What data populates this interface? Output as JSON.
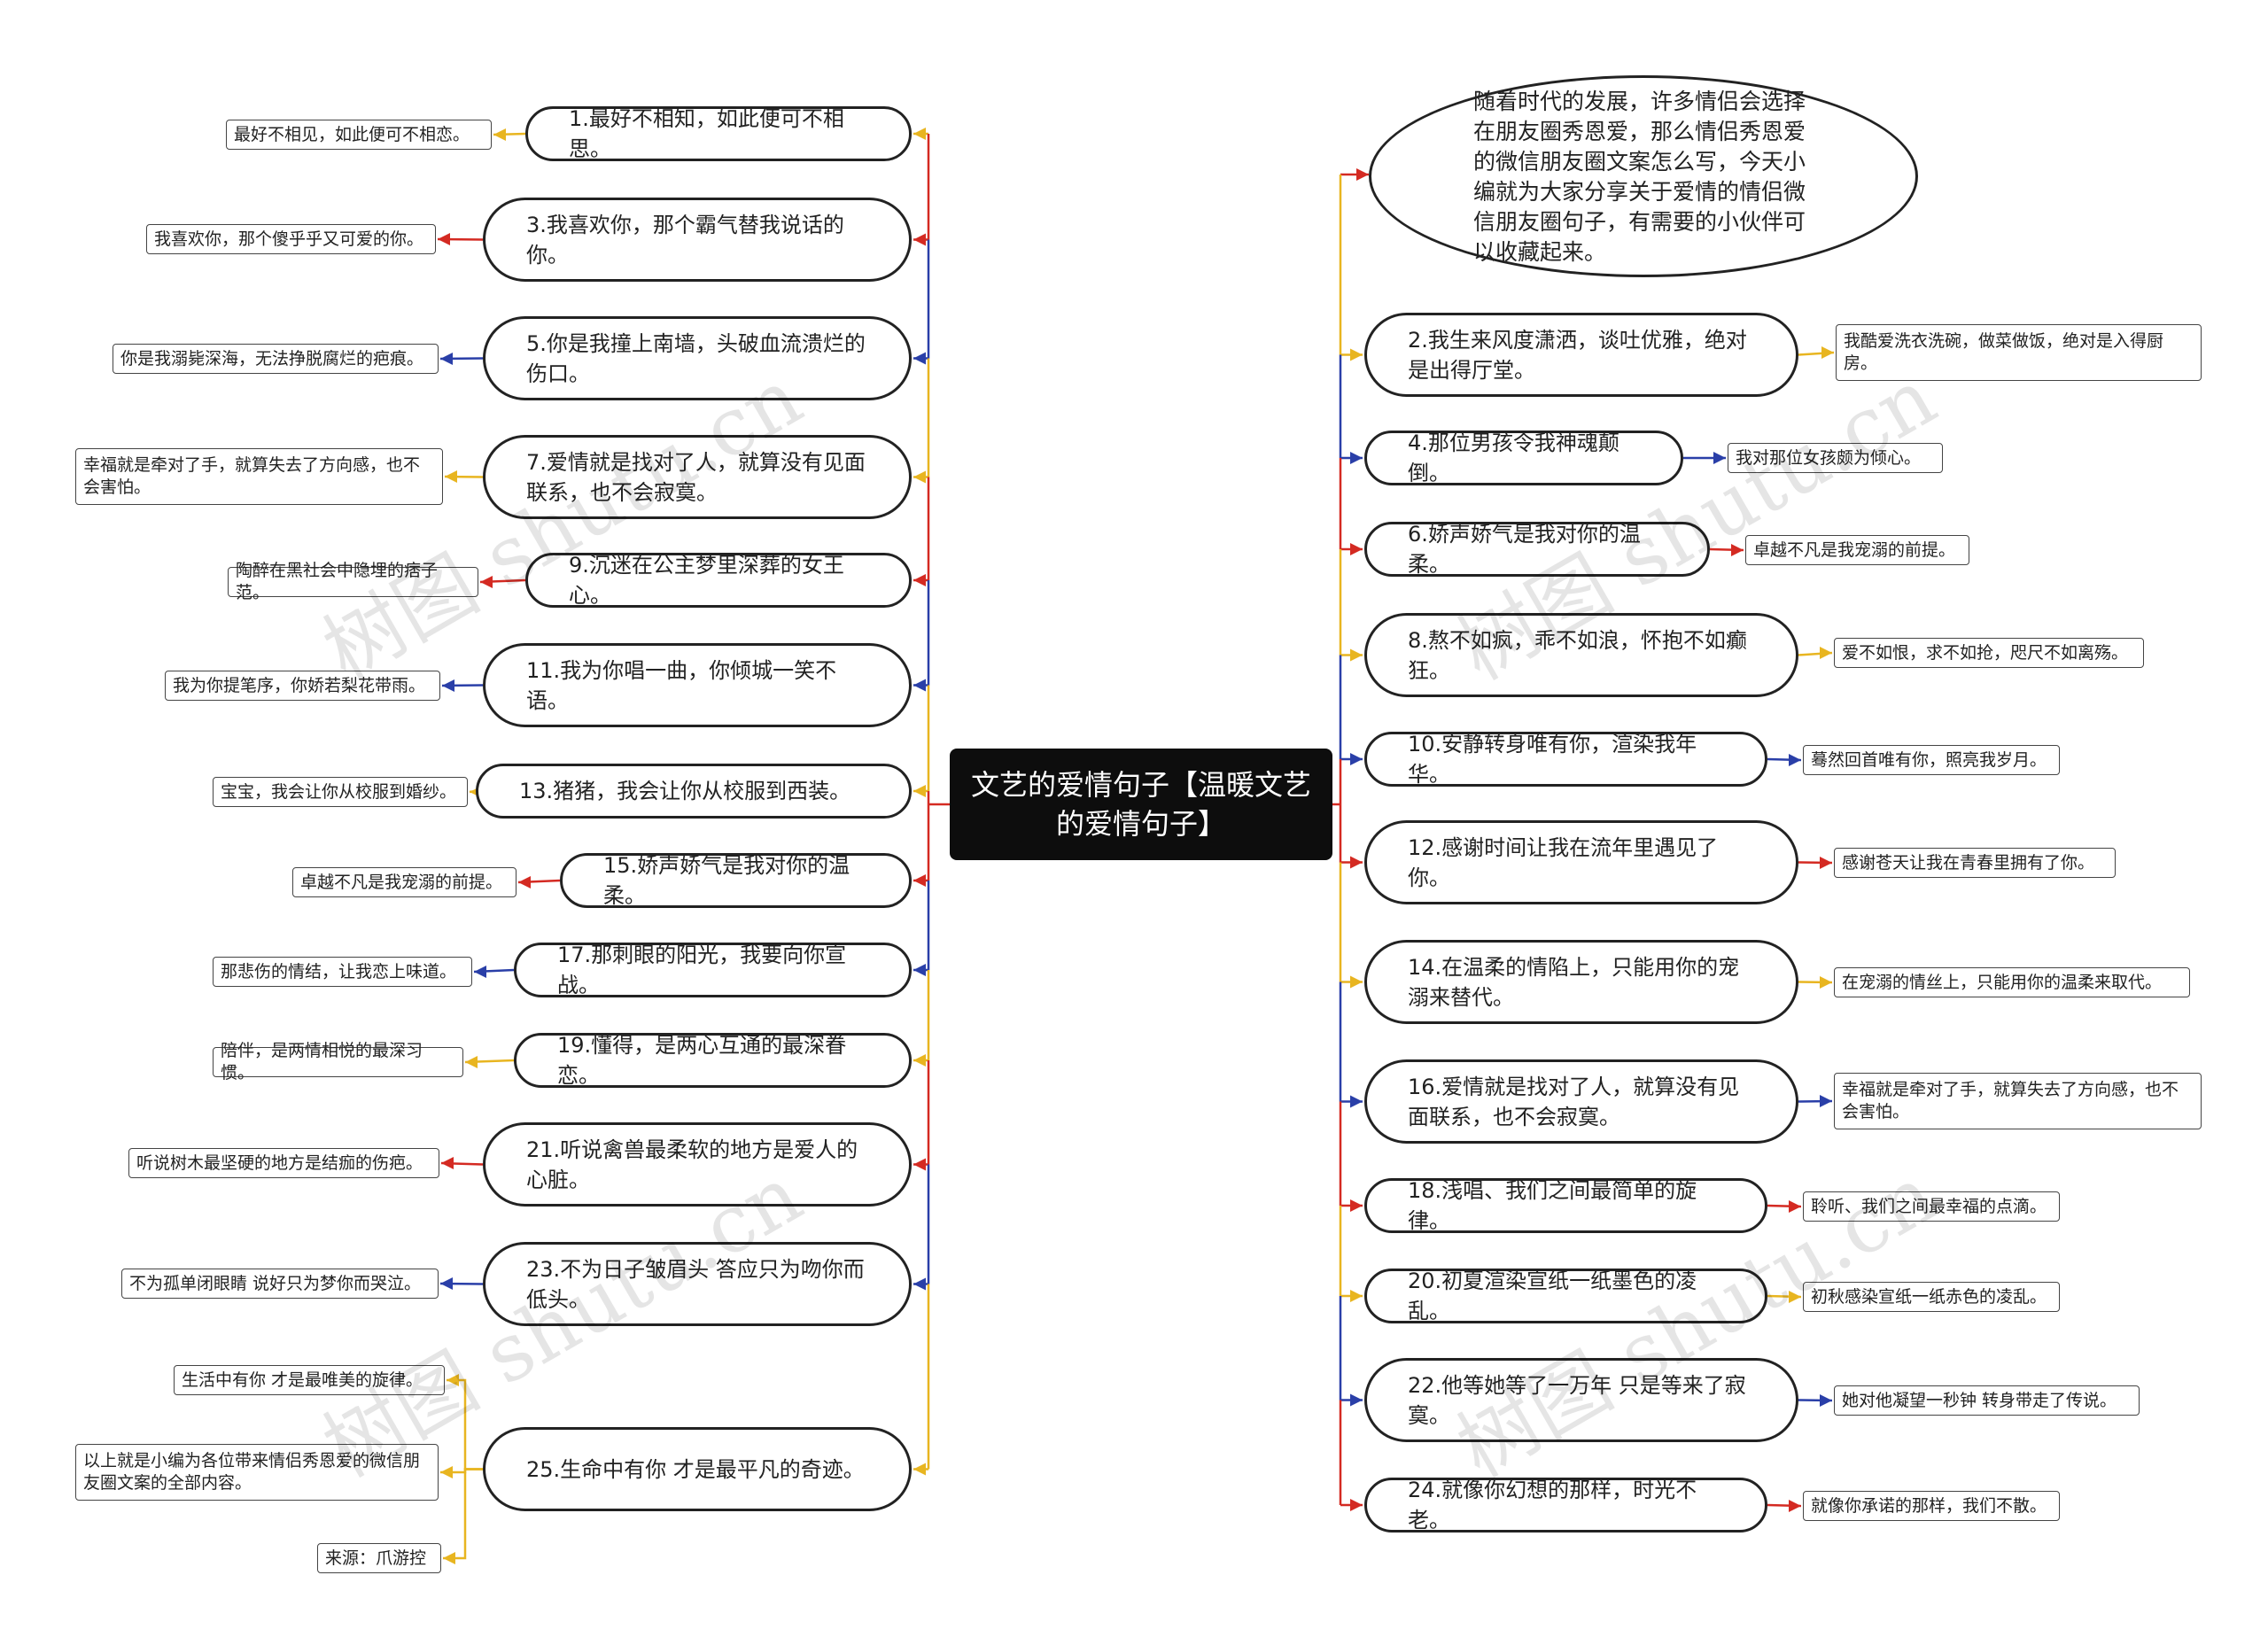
{
  "root": "文艺的爱情句子【温暖文艺的爱情句子】",
  "intro": "随着时代的发展，许多情侣会选择在朋友圈秀恩爱，那么情侣秀恩爱的微信朋友圈文案怎么写，今天小编就为大家分享关于爱情的情侣微信朋友圈句子，有需要的小伙伴可以收藏起来。",
  "watermark": "树图 shutu.cn",
  "colors": {
    "gold": "#e8b520",
    "red": "#d42a22",
    "blue": "#2a3fa8",
    "root_bg": "#0d0d0d"
  },
  "left": [
    {
      "text": "1.最好不相知，如此便可不相思。",
      "color": "gold",
      "leaves": [
        "最好不相见，如此便可不相恋。"
      ]
    },
    {
      "text": "3.我喜欢你，那个霸气替我说话的你。",
      "color": "red",
      "leaves": [
        "我喜欢你，那个傻乎乎又可爱的你。"
      ]
    },
    {
      "text": "5.你是我撞上南墙，头破血流溃烂的伤口。",
      "color": "blue",
      "leaves": [
        "你是我溺毙深海，无法挣脱腐烂的疤痕。"
      ]
    },
    {
      "text": "7.爱情就是找对了人，就算没有见面联系，也不会寂寞。",
      "color": "gold",
      "leaves": [
        "幸福就是牵对了手，就算失去了方向感，也不会害怕。"
      ]
    },
    {
      "text": "9.沉迷在公主梦里深葬的女王心。",
      "color": "red",
      "leaves": [
        "陶醉在黑社会中隐埋的痞子范。"
      ]
    },
    {
      "text": "11.我为你唱一曲，你倾城一笑不语。",
      "color": "blue",
      "leaves": [
        "我为你提笔序，你娇若梨花带雨。"
      ]
    },
    {
      "text": "13.猪猪，我会让你从校服到西装。",
      "color": "gold",
      "leaves": [
        "宝宝，我会让你从校服到婚纱。"
      ]
    },
    {
      "text": "15.娇声娇气是我对你的温柔。",
      "color": "red",
      "leaves": [
        "卓越不凡是我宠溺的前提。"
      ]
    },
    {
      "text": "17.那刺眼的阳光，我要向你宣战。",
      "color": "blue",
      "leaves": [
        "那悲伤的情结，让我恋上味道。"
      ]
    },
    {
      "text": "19.懂得，是两心互通的最深眷恋。",
      "color": "gold",
      "leaves": [
        "陪伴，是两情相悦的最深习惯。"
      ]
    },
    {
      "text": "21.听说禽兽最柔软的地方是爱人的心脏。",
      "color": "red",
      "leaves": [
        "听说树木最坚硬的地方是结痂的伤疤。"
      ]
    },
    {
      "text": "23.不为日子皱眉头 答应只为吻你而低头。",
      "color": "blue",
      "leaves": [
        "不为孤单闭眼睛 说好只为梦你而哭泣。"
      ]
    },
    {
      "text": "25.生命中有你 才是最平凡的奇迹。",
      "color": "gold",
      "leaves": [
        "生活中有你 才是最唯美的旋律。",
        "以上就是小编为各位带来情侣秀恩爱的微信朋友圈文案的全部内容。",
        "来源：爪游控"
      ]
    }
  ],
  "right": [
    {
      "text": "2.我生来风度潇洒，谈吐优雅，绝对是出得厅堂。",
      "color": "gold",
      "leaves": [
        "我酷爱洗衣洗碗，做菜做饭，绝对是入得厨房。"
      ]
    },
    {
      "text": "4.那位男孩令我神魂颠倒。",
      "color": "blue",
      "leaves": [
        "我对那位女孩颇为倾心。"
      ]
    },
    {
      "text": "6.娇声娇气是我对你的温柔。",
      "color": "red",
      "leaves": [
        "卓越不凡是我宠溺的前提。"
      ]
    },
    {
      "text": "8.熬不如疯，乖不如浪，怀抱不如癫狂。",
      "color": "gold",
      "leaves": [
        "爱不如恨，求不如抢，咫尺不如离殇。"
      ]
    },
    {
      "text": "10.安静转身唯有你，渲染我年华。",
      "color": "blue",
      "leaves": [
        "蓦然回首唯有你，照亮我岁月。"
      ]
    },
    {
      "text": "12.感谢时间让我在流年里遇见了你。",
      "color": "red",
      "leaves": [
        "感谢苍天让我在青春里拥有了你。"
      ]
    },
    {
      "text": "14.在温柔的情陷上，只能用你的宠溺来替代。",
      "color": "gold",
      "leaves": [
        "在宠溺的情丝上，只能用你的温柔来取代。"
      ]
    },
    {
      "text": "16.爱情就是找对了人，就算没有见面联系，也不会寂寞。",
      "color": "blue",
      "leaves": [
        "幸福就是牵对了手，就算失去了方向感，也不会害怕。"
      ]
    },
    {
      "text": "18.浅唱、我们之间最简单的旋律。",
      "color": "red",
      "leaves": [
        "聆听、我们之间最幸福的点滴。"
      ]
    },
    {
      "text": "20.初夏渲染宣纸一纸墨色的凌乱。",
      "color": "gold",
      "leaves": [
        "初秋感染宣纸一纸赤色的凌乱。"
      ]
    },
    {
      "text": "22.他等她等了一万年 只是等来了寂寞。",
      "color": "blue",
      "leaves": [
        "她对他凝望一秒钟 转身带走了传说。"
      ]
    },
    {
      "text": "24.就像你幻想的那样，时光不老。",
      "color": "red",
      "leaves": [
        "就像你承诺的那样，我们不散。"
      ]
    }
  ]
}
